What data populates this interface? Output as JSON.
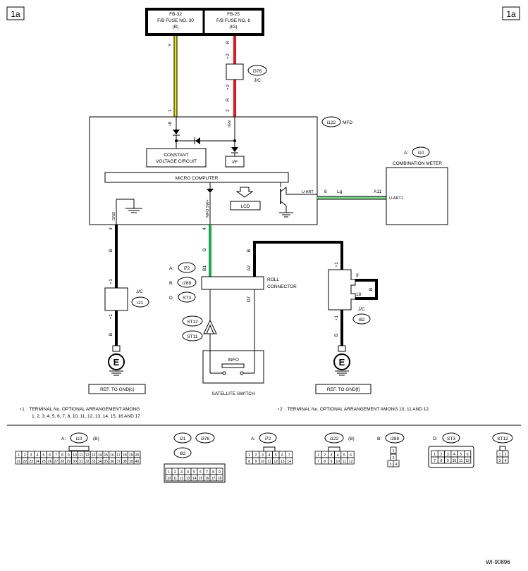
{
  "page": {
    "tag_left": "1a",
    "tag_right": "1a",
    "footer_id": "WI-90896"
  },
  "fuses": {
    "left": {
      "line1": "FB-32",
      "line2": "F/B FUSE NO. 30",
      "line3": "(B)"
    },
    "right": {
      "line1": "FB-25",
      "line2": "F/B FUSE NO. 6",
      "line3": "(IG)"
    }
  },
  "wires": {
    "y_color": "Y",
    "r_color": "R",
    "pin1": "1",
    "pin2": "2",
    "star2_top": "⋆2",
    "star2_bottom": "⋆2",
    "b_label": "B",
    "g_label": "G",
    "lg_label": "Lg",
    "pin3": "3",
    "pin4": "4",
    "pin8": "8",
    "a11": "A11",
    "b1": "B1",
    "a2": "A2",
    "d7": "D7",
    "star1": "⋆1",
    "pin9": "9",
    "pin18": "18"
  },
  "jc_i376": {
    "id": "i376",
    "label": "J/C"
  },
  "mfd": {
    "id": "i122",
    "name": "MFD",
    "pin_b": "+B",
    "pin_ign": "IGN",
    "cv_line1": "CONSTANT",
    "cv_line2": "VOLTAGE CIRCUIT",
    "if_label": "I/F",
    "micro": "MICRO COMPUTER",
    "lcd": "LCD",
    "uart": "U-ART",
    "gnd": "GND",
    "mfd_sw": "MFD SW+"
  },
  "meter": {
    "prefix": "A:",
    "id": "i10",
    "name": "COMBINATION METER",
    "pin": "U-ART1"
  },
  "roll": {
    "line1": "ROLL",
    "line2": "CONNECTOR",
    "a_prefix": "A:",
    "a_id": "i72",
    "b_prefix": "B:",
    "b_id": "i289",
    "d_prefix": "D:",
    "d_id": "ST3",
    "st12": "ST12",
    "st11": "ST11"
  },
  "satellite": {
    "info": "INFO",
    "name": "SATELLITE SWITCH"
  },
  "jc_i21": {
    "id": "i21",
    "label": "J/C"
  },
  "jc_i82": {
    "id": "i82",
    "label": "J/C"
  },
  "ground": {
    "symbol": "E",
    "ref_left": "REF. TO GND[c]",
    "ref_right": "REF. TO GND[f]"
  },
  "notes": {
    "n1_mark": "⋆1",
    "n1_text1": ": TERMINAL No. OPTIONAL ARRANGEMENT AMONG",
    "n1_text2": "1, 2, 3, 4, 5, 6, 7, 8, 10, 11, 12, 13, 14, 15, 16 AND 17",
    "n2_mark": "⋆2",
    "n2_text": ": TERMINAL No. OPTIONAL ARRANGEMENT AMONG 10, 11 AND 12"
  },
  "connectors": {
    "i10": {
      "prefix": "A:",
      "id": "i10",
      "suffix": "(B)",
      "row1": [
        "1",
        "2",
        "3",
        "4",
        "5",
        "6",
        "7",
        "8",
        "9",
        "10",
        "11",
        "12",
        "13",
        "14",
        "15",
        "16",
        "17",
        "18",
        "19",
        "20"
      ],
      "row2": [
        "21",
        "22",
        "23",
        "24",
        "25",
        "26",
        "27",
        "28",
        "29",
        "30",
        "31",
        "32",
        "33",
        "34",
        "35",
        "36",
        "37",
        "38",
        "39",
        "40"
      ]
    },
    "i21": {
      "id": "i21",
      "id2": "i376",
      "id3": "i82",
      "row1": [
        "1",
        "2",
        "3",
        "4",
        "5",
        "6",
        "7",
        "8",
        "9"
      ],
      "row2": [
        "10",
        "11",
        "12",
        "13",
        "14",
        "15",
        "16",
        "17",
        "18"
      ]
    },
    "i72": {
      "prefix": "A:",
      "id": "i72",
      "row1": [
        "1",
        "2",
        "3",
        "4",
        "5",
        "6",
        "7"
      ],
      "row2": [
        "8",
        "9",
        "10",
        "11",
        "12",
        "13",
        "14"
      ]
    },
    "i122": {
      "id": "i122",
      "suffix": "(B)",
      "row1": [
        "1",
        "2",
        "3",
        "4",
        "5",
        "6"
      ],
      "row2": [
        "7",
        "8",
        "9",
        "10",
        "11",
        "12"
      ]
    },
    "i289": {
      "prefix": "B:",
      "id": "i289",
      "row0": [
        "1"
      ],
      "row1": [
        "2"
      ],
      "row2": [
        "3",
        "4"
      ]
    },
    "st3": {
      "prefix": "D:",
      "id": "ST3",
      "row1": [
        "1",
        "2",
        "3",
        "4",
        "5",
        "6"
      ],
      "row2": [
        "7",
        "8",
        "9",
        "10",
        "11",
        "12"
      ]
    },
    "st12": {
      "id": "ST12",
      "row1": [
        "1",
        "2"
      ],
      "row2": [
        "3",
        "4"
      ]
    }
  },
  "colors": {
    "yellow": "#f2e600",
    "red": "#e8141b",
    "green": "#1aa84a",
    "lightgreen": "#7fd98b",
    "black": "#000000"
  }
}
